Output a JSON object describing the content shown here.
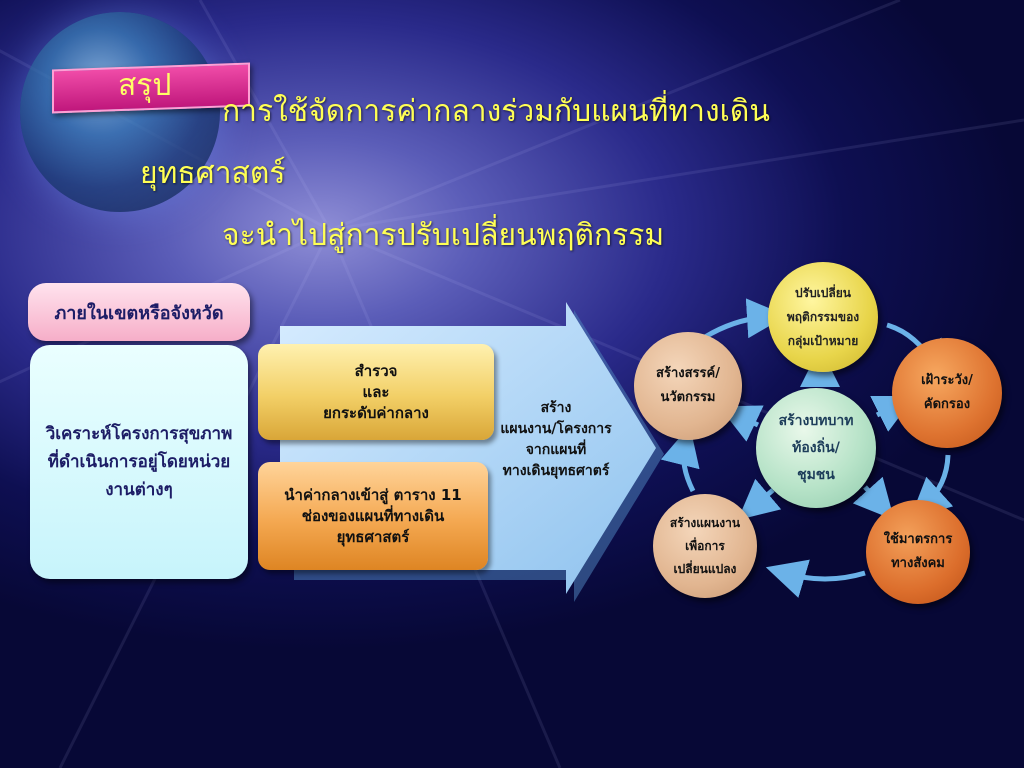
{
  "header": {
    "tag": "สรุป",
    "line1": "การใช้จัดการค่ากลางร่วมกับแผนที่ทางเดิน",
    "line2": "ยุทธศาสตร์",
    "line3": "จะนำไปสู่การปรับเปลี่ยนพฤติกรรม"
  },
  "left": {
    "pink_label": "ภายในเขตหรือจังหวัด",
    "cyan_lines": [
      "วิเคราะห์โครงการสุขภาพ",
      "ที่ดำเนินการอยู่โดยหน่วย",
      "งานต่างๆ"
    ]
  },
  "middle": {
    "box1_lines": [
      "สำรวจ",
      "และ",
      "ยกระดับค่ากลาง"
    ],
    "box2_lines": [
      "นำค่ากลางเข้าสู่ ตาราง 11",
      "ช่องของแผนที่ทางเดิน",
      "ยุทธศาสตร์"
    ],
    "arrow_lines": [
      "สร้าง",
      "แผนงาน/โครงการ",
      "จากแผนที่",
      "ทางเดินยุทธศาตร์"
    ]
  },
  "cycle": {
    "top": [
      "ปรับเปลี่ยน",
      "พฤติกรรมของ",
      "กลุ่มเป้าหมาย"
    ],
    "right": [
      "เฝ้าระวัง/",
      "คัดกรอง"
    ],
    "bottom_right": [
      "ใช้มาตรการ",
      "ทางสังคม"
    ],
    "bottom_left": [
      "สร้างแผนงาน",
      "เพื่อการ",
      "เปลี่ยนแปลง"
    ],
    "left": [
      "สร้างสรรค์/",
      "นวัตกรรม"
    ],
    "center": [
      "สร้างบทบาท",
      "ท้องถิ่น/",
      "ชุมชน"
    ]
  },
  "colors": {
    "title_yellow": "#ffff55",
    "tag_pink": "#e0289a",
    "arrow_blue": "#a9d3f5",
    "cycle_arrow": "#5aa6e0"
  }
}
